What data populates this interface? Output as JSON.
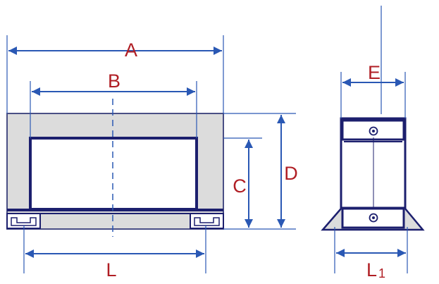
{
  "colors": {
    "dimension_line": "#2a58b4",
    "outline": "#1c1f6e",
    "body_fill": "#dcdcdc",
    "label": "#b01e24",
    "background": "#ffffff"
  },
  "labels": {
    "A": "A",
    "B": "B",
    "C": "C",
    "D": "D",
    "E": "E",
    "L": "L",
    "L1_main": "L",
    "L1_sub": "1"
  }
}
